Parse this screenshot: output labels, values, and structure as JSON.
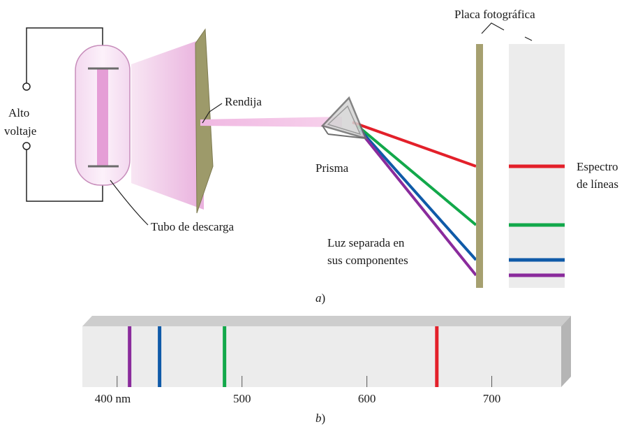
{
  "labels": {
    "alto": "Alto",
    "voltaje": "voltaje",
    "rendija": "Rendija",
    "tubo_descarga": "Tubo de descarga",
    "prisma": "Prisma",
    "luz_line1": "Luz separada en",
    "luz_line2": "sus componentes",
    "placa": "Placa fotográfica",
    "espectro_line1": "Espectro",
    "espectro_line2": "de líneas"
  },
  "captions": {
    "a": "a",
    "a_paren": ")",
    "b": "b",
    "b_paren": ")"
  },
  "colors": {
    "red": "#e3202a",
    "green": "#12a84a",
    "blue": "#0f5aa8",
    "purple": "#8a2b9c",
    "plate": "#a6a070",
    "glow": "#e9a6d6"
  },
  "spectrum": {
    "axis_min": 380,
    "axis_max": 750,
    "ticks": [
      {
        "value": 400,
        "label": "400 nm"
      },
      {
        "value": 500,
        "label": "500"
      },
      {
        "value": 600,
        "label": "600"
      },
      {
        "value": 700,
        "label": "700"
      }
    ],
    "lines": [
      {
        "color": "purple",
        "wavelength": 410
      },
      {
        "color": "blue",
        "wavelength": 434
      },
      {
        "color": "green",
        "wavelength": 486
      },
      {
        "color": "red",
        "wavelength": 656
      }
    ]
  }
}
